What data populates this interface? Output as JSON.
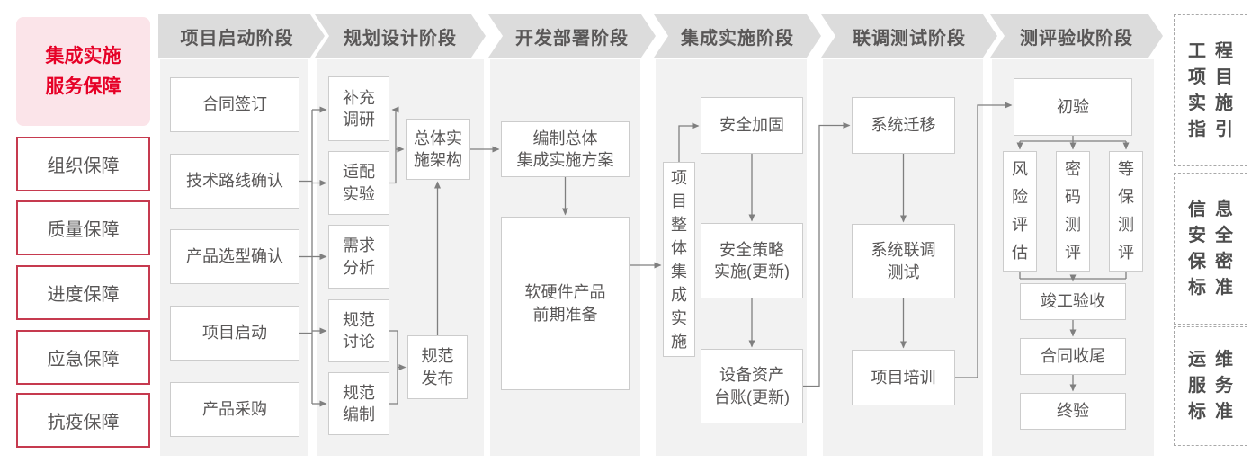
{
  "sidebar": {
    "title": "集成实施\n服务保障",
    "items": [
      "组织保障",
      "质量保障",
      "进度保障",
      "应急保障",
      "抗疫保障"
    ]
  },
  "phases": [
    {
      "label": "项目启动阶段",
      "boxes": [
        "合同签订",
        "技术路线确认",
        "产品选型确认",
        "项目启动",
        "产品采购"
      ]
    },
    {
      "label": "规划设计阶段",
      "boxes": [
        "补充\n调研",
        "适配\n实验",
        "需求\n分析",
        "规范\n讨论",
        "规范\n编制",
        "总体实\n施架构",
        "规范\n发布"
      ]
    },
    {
      "label": "开发部署阶段",
      "boxes": [
        "编制总体\n集成实施方案",
        "软硬件产品\n前期准备"
      ]
    },
    {
      "label": "集成实施阶段",
      "boxes": [
        "项目整体集成实施",
        "安全加固",
        "安全策略\n实施(更新)",
        "设备资产\n台账(更新)"
      ]
    },
    {
      "label": "联调测试阶段",
      "boxes": [
        "系统迁移",
        "系统联调\n测试",
        "项目培训"
      ]
    },
    {
      "label": "测评验收阶段",
      "boxes": [
        "初验",
        "风险评估",
        "密码测评",
        "等保测评",
        "竣工验收",
        "合同收尾",
        "终验"
      ]
    }
  ],
  "standards": [
    "工程\n项目\n实施\n指引",
    "信息\n安全\n保密\n标准",
    "运维\n服务\n标准"
  ],
  "colors": {
    "accent_red": "#e60127",
    "pink_bg": "#fbe4e9",
    "red_border": "#c63a4f",
    "header_bg": "#dcdcdc",
    "panel_bg": "#f2f2f2",
    "box_border": "#cccccc",
    "text_gray": "#595757",
    "connector": "#7f7f7f"
  }
}
